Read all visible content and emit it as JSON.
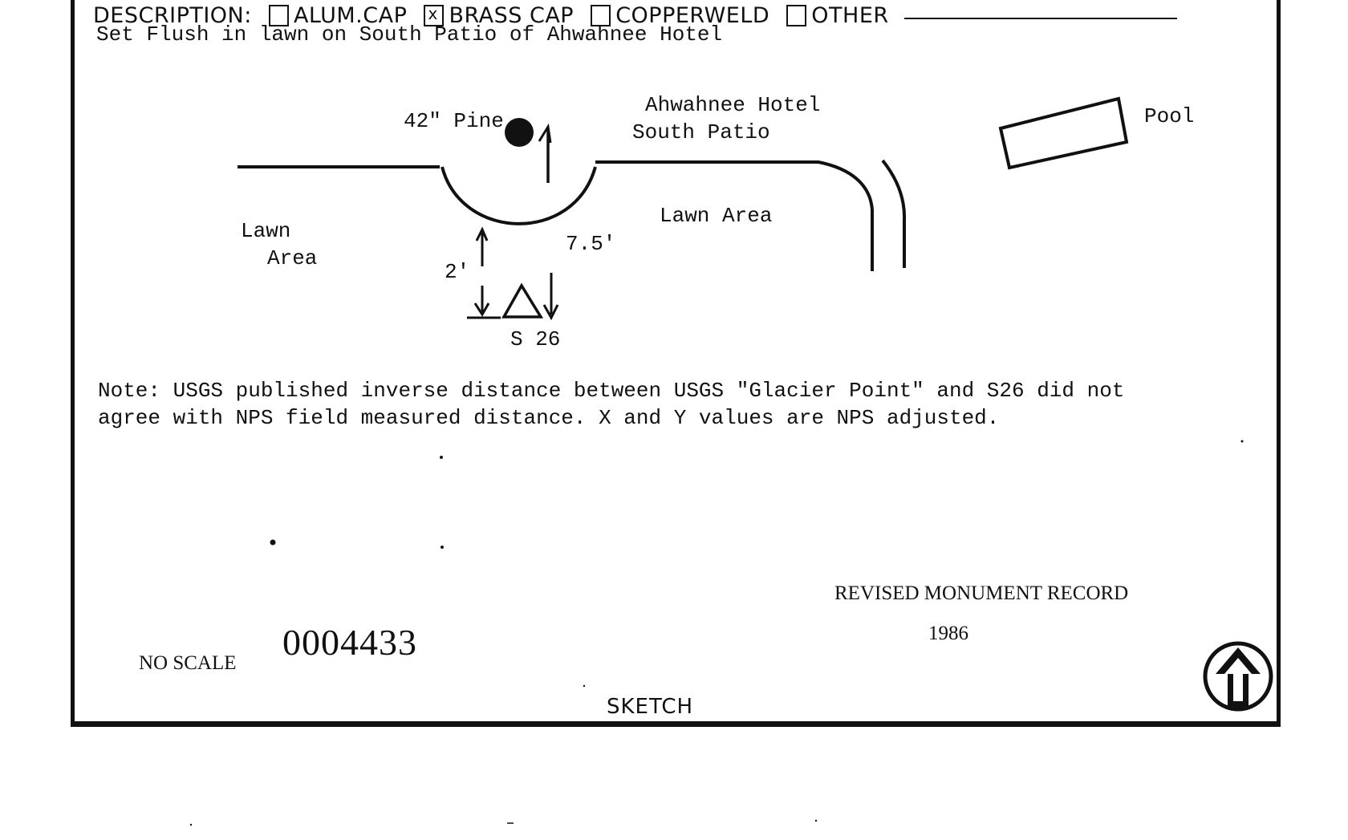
{
  "description": {
    "label": "DESCRIPTION:",
    "options": [
      {
        "label": "ALUM.CAP",
        "checked": false
      },
      {
        "label": "BRASS CAP",
        "checked": true,
        "mark": "x"
      },
      {
        "label": "COPPERWELD",
        "checked": false
      },
      {
        "label": "OTHER",
        "checked": false
      }
    ],
    "text": "Set Flush in lawn on South Patio of Ahwahnee Hotel"
  },
  "sketch": {
    "pine_label": "42\" Pine",
    "patio_label_line1": "Ahwahnee Hotel",
    "patio_label_line2": "South Patio",
    "pool_label": "Pool",
    "lawn_left_line1": "Lawn",
    "lawn_left_line2": "Area",
    "lawn_right": "Lawn Area",
    "dim_radius": "7.5'",
    "dim_offset": "2'",
    "station_label": "S 26"
  },
  "note": {
    "line1": "Note: USGS published inverse distance between USGS \"Glacier Point\" and S26 did not",
    "line2": "agree with NPS field measured distance. X and Y values are NPS adjusted."
  },
  "footer": {
    "revised": "REVISED MONUMENT RECORD",
    "year": "1986",
    "scale": "NO SCALE",
    "doc_number": "0004433",
    "sketch_title": "SKETCH"
  },
  "north_arrow_icon": "north-arrow-icon"
}
